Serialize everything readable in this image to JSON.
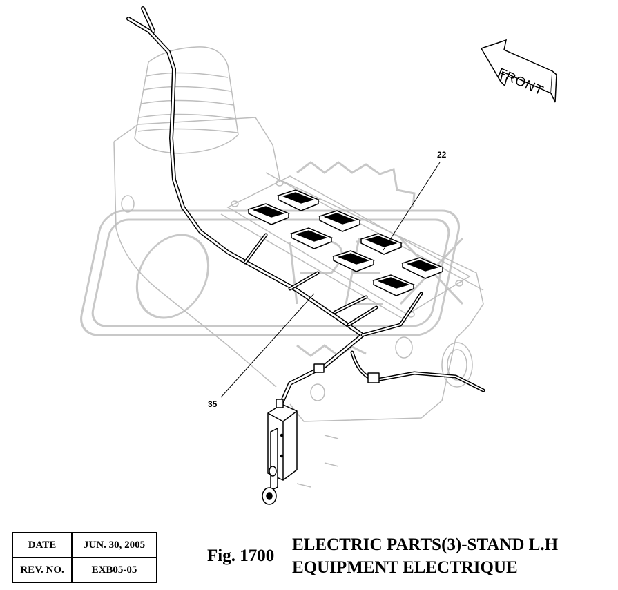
{
  "diagram": {
    "front_label": "FRONT",
    "callouts": [
      "22",
      "35"
    ]
  },
  "info_table": {
    "date_label": "DATE",
    "date_value": "JUN. 30, 2005",
    "rev_label": "REV. NO.",
    "rev_value": "EXB05-05"
  },
  "figure": {
    "number": "Fig. 1700",
    "title_en": "ELECTRIC PARTS(3)-STAND L.H",
    "title_fr": "EQUIPMENT ELECTRIQUE"
  }
}
